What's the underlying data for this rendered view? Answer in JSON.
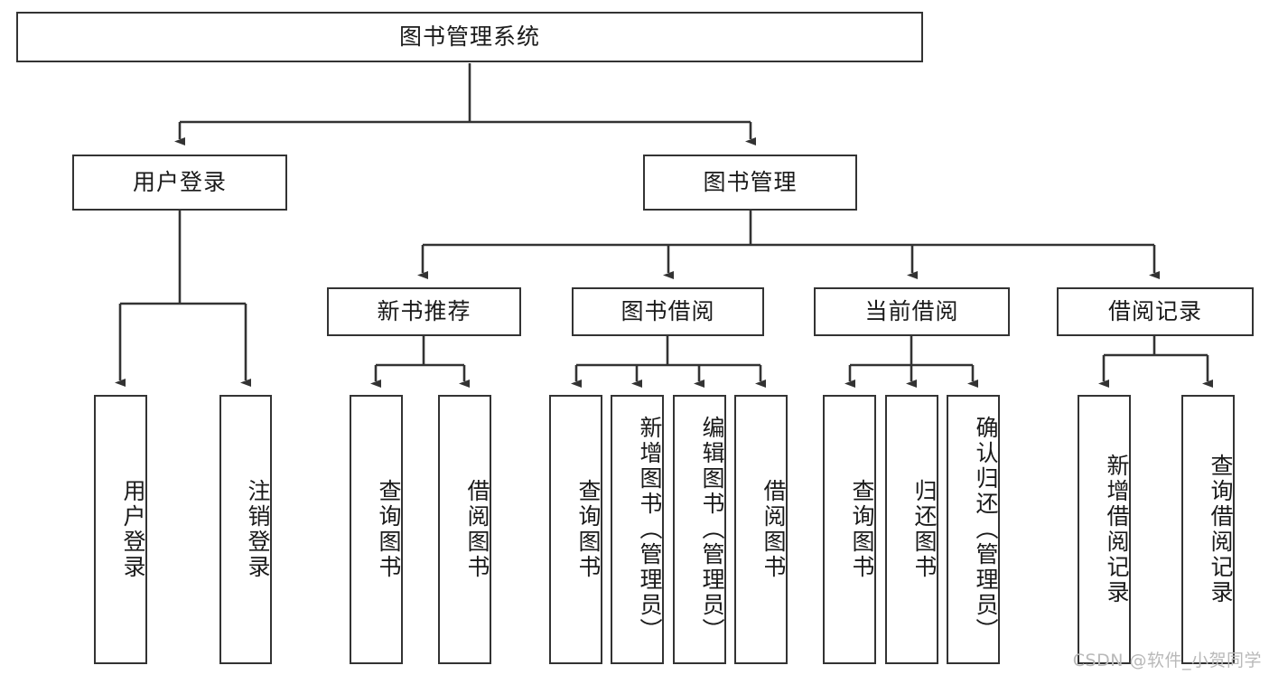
{
  "diagram": {
    "title": "图书管理系统",
    "watermark": "CSDN @软件_小贺同学",
    "style": {
      "border_color": "#333333",
      "fill_color": "#ffffff",
      "text_color": "#1a1a1a",
      "line_color": "#333333",
      "watermark_color": "#b9b9b9"
    },
    "nodes": {
      "root": "图书管理系统",
      "level2": [
        "用户登录",
        "图书管理"
      ],
      "level3": [
        "新书推荐",
        "图书借阅",
        "当前借阅",
        "借阅记录"
      ],
      "leaves": {
        "user_login": [
          "用户登录",
          "注销登录"
        ],
        "new_book": [
          "查询图书",
          "借阅图书"
        ],
        "book_borrow": [
          "查询图书",
          "新增图书（管理员）",
          "编辑图书（管理员）",
          "借阅图书"
        ],
        "current_borrow": [
          "查询图书",
          "归还图书",
          "确认归还（管理员）"
        ],
        "borrow_record": [
          "新增借阅记录",
          "查询借阅记录"
        ]
      }
    }
  }
}
